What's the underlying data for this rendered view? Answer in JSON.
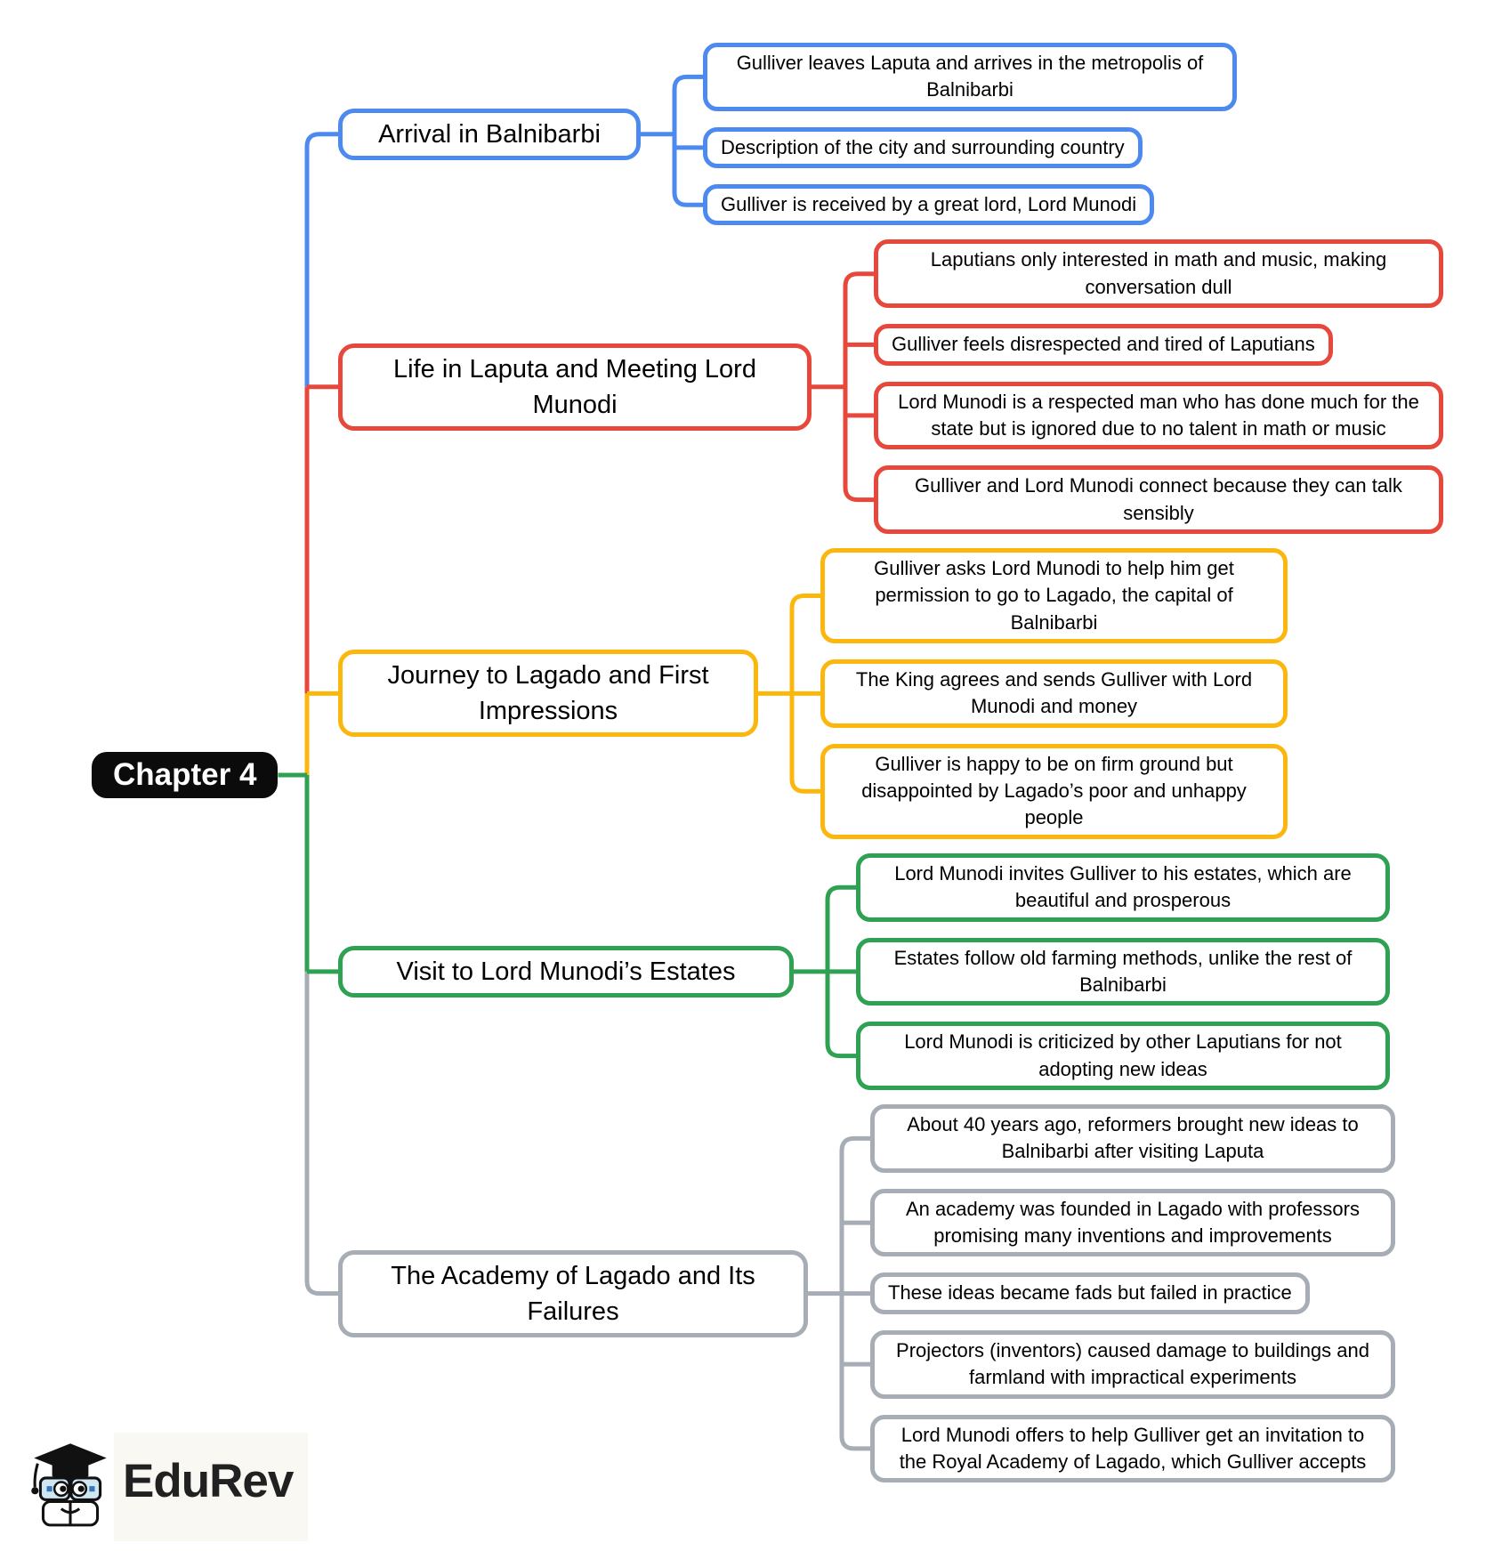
{
  "root": {
    "label": "Chapter 4"
  },
  "branches": [
    {
      "title": "Arrival in Balnibarbi",
      "color": "#4d8af0",
      "children": [
        "Gulliver leaves Laputa and arrives in the metropolis of Balnibarbi",
        "Description of the city and surrounding country",
        "Gulliver is received by a great lord, Lord Munodi"
      ]
    },
    {
      "title": "Life in Laputa and Meeting Lord Munodi",
      "color": "#e8483c",
      "children": [
        "Laputians only interested in math and music, making conversation dull",
        "Gulliver feels disrespected and tired of Laputians",
        "Lord Munodi is a respected man who has done much for the state but is ignored due to no talent in math or music",
        "Gulliver and Lord Munodi connect because they can talk sensibly"
      ]
    },
    {
      "title": "Journey to Lagado and First Impressions",
      "color": "#fcb70f",
      "children": [
        "Gulliver asks Lord Munodi to help him get permission to go to Lagado, the capital of Balnibarbi",
        "The King agrees and sends Gulliver with Lord Munodi and money",
        "Gulliver is happy to be on firm ground but disappointed by Lagado’s poor and unhappy people"
      ]
    },
    {
      "title": "Visit to Lord Munodi’s Estates",
      "color": "#2fa153",
      "children": [
        "Lord Munodi invites Gulliver to his estates, which are beautiful and prosperous",
        "Estates follow old farming methods, unlike the rest of Balnibarbi",
        "Lord Munodi is criticized by other Laputians for not adopting new ideas"
      ]
    },
    {
      "title": "The Academy of Lagado and Its Failures",
      "color": "#a6adb5",
      "children": [
        "About 40 years ago, reformers brought new ideas to Balnibarbi after visiting Laputa",
        "An academy was founded in Lagado with professors promising many inventions and improvements",
        "These ideas became fads but failed in practice",
        "Projectors (inventors) caused damage to buildings and farmland with impractical experiments",
        "Lord Munodi offers to help Gulliver get an invitation to the Royal Academy of Lagado, which Gulliver accepts"
      ]
    }
  ],
  "logo": {
    "text": "EduRev"
  }
}
